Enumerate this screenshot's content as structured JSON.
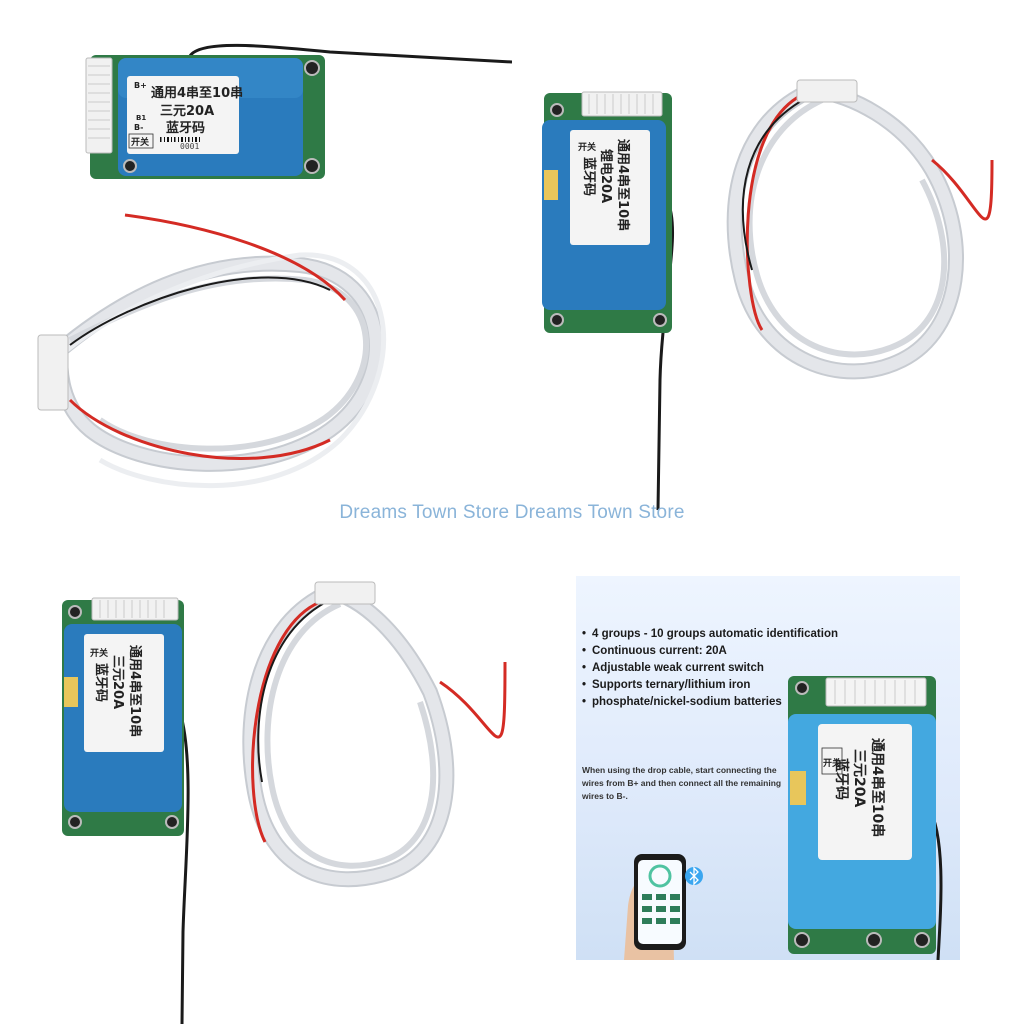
{
  "watermark": "Dreams Town Store Dreams Town Store",
  "board": {
    "line1": "通用4串至10串",
    "line2_ternary": "三元20A",
    "line2_lithium": "锂电20A",
    "line3": "蓝牙码",
    "switch": "开关",
    "serial": "0001",
    "pad_bplus": "B+",
    "pad_b1": "B1",
    "pad_bminus": "B-"
  },
  "features": [
    "4 groups - 10 groups automatic identification",
    "Continuous current: 20A",
    "Adjustable weak current switch",
    "Supports ternary/lithium iron",
    "phosphate/nickel-sodium batteries"
  ],
  "note": "When using the drop cable, start connecting the wires from B+ and then connect all the remaining wires to B-.",
  "colors": {
    "pcb": "#2a7bbd",
    "pcb_light": "#43a8e0",
    "green_board": "#2f7a46",
    "wire_red": "#d42b24",
    "wire_white": "#e4e6ea",
    "wire_black": "#1a1a1a",
    "watermark": "#8ab4d9"
  }
}
